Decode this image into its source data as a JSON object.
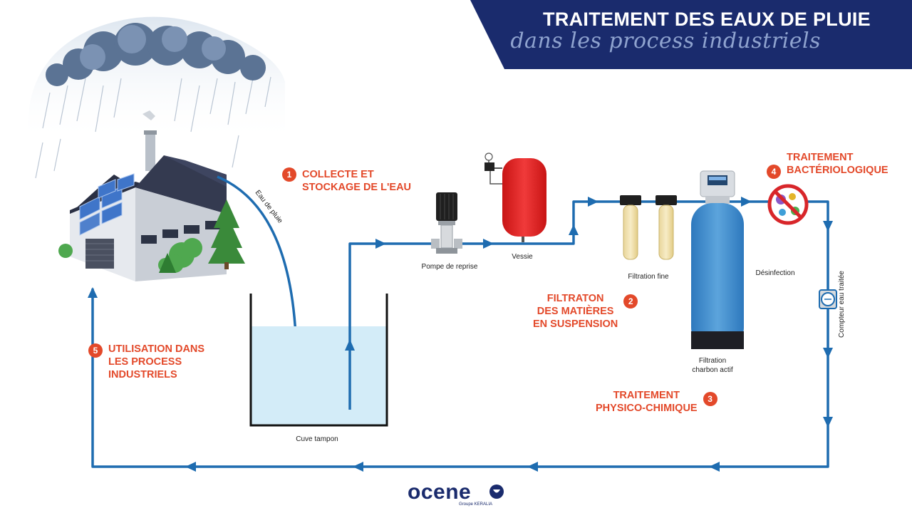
{
  "header": {
    "title": "TRAITEMENT DES EAUX DE PLUIE",
    "subtitle": "dans les process industriels"
  },
  "steps": [
    {
      "number": "1",
      "lines": [
        "COLLECTE ET",
        "STOCKAGE DE L'EAU"
      ]
    },
    {
      "number": "2",
      "lines": [
        "FILTRATON",
        "DES MATIÈRES",
        "EN SUSPENSION"
      ]
    },
    {
      "number": "3",
      "lines": [
        "TRAITEMENT",
        "PHYSICO-CHIMIQUE"
      ]
    },
    {
      "number": "4",
      "lines": [
        "TRAITEMENT",
        "BACTÉRIOLOGIQUE"
      ]
    },
    {
      "number": "5",
      "lines": [
        "UTILISATION DANS",
        "LES PROCESS",
        "INDUSTRIELS"
      ]
    }
  ],
  "labels": {
    "rain_water": "Eau de pluie",
    "buffer_tank": "Cuve tampon",
    "pump": "Pompe de reprise",
    "vessel": "Vessie",
    "fine_filtration": "Filtration fine",
    "carbon_filtration_1": "Filtration",
    "carbon_filtration_2": "charbon actif",
    "disinfection": "Désinfection",
    "meter": "Compteur eau traitée"
  },
  "logo": {
    "name": "ocene",
    "group": "Groupe KERALIA"
  },
  "colors": {
    "navy": "#1a2b6d",
    "pipe": "#1e6cb0",
    "accent": "#e3492a",
    "vessel_red": "#e02020",
    "filter_blue": "#3a86c8",
    "water": "#d3ecf8"
  }
}
